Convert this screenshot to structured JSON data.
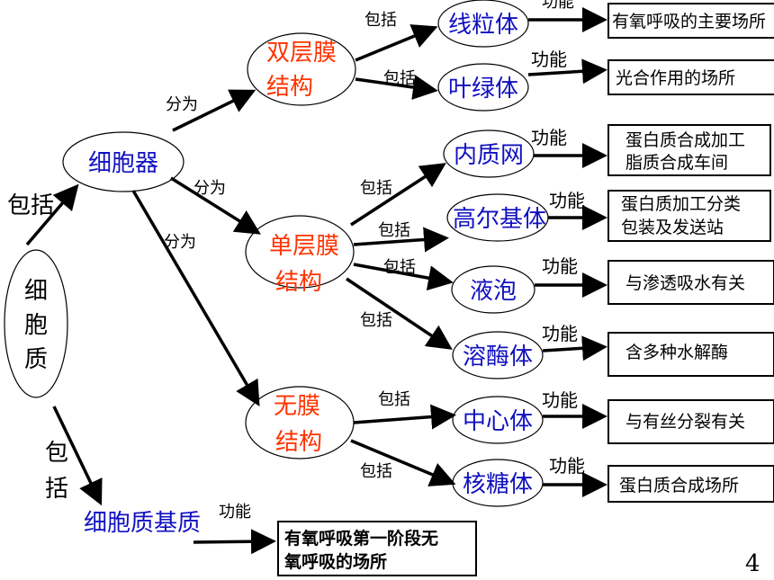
{
  "nodes": {
    "cytoplasm": [
      "细",
      "胞",
      "质"
    ],
    "organelle": "细胞器",
    "matrix": "细胞质基质",
    "double": [
      "双层膜",
      "结构"
    ],
    "single": [
      "单层膜",
      "结构"
    ],
    "none": [
      "无膜",
      "结构"
    ],
    "mito": "线粒体",
    "chloro": "叶绿体",
    "er": "内质网",
    "golgi": "高尔基体",
    "vacuole": "液泡",
    "lyso": "溶酶体",
    "centro": "中心体",
    "ribo": "核糖体"
  },
  "edge_labels": {
    "include": "包括",
    "include_vertical": [
      "包",
      "括"
    ],
    "divide": "分为",
    "function": "功能"
  },
  "functions": {
    "mito": "有氧呼吸的主要场所",
    "chloro": "光合作用的场所",
    "er": [
      "蛋白质合成加工",
      "脂质合成车间"
    ],
    "golgi": [
      "蛋白质加工分类",
      "包装及发送站"
    ],
    "vacuole": "与渗透吸水有关",
    "lyso": "含多种水解酶",
    "centro": "与有丝分裂有关",
    "ribo": "蛋白质合成场所",
    "matrix": [
      "有氧呼吸第一阶段无",
      "氧呼吸的场所"
    ]
  },
  "page_number": "4"
}
